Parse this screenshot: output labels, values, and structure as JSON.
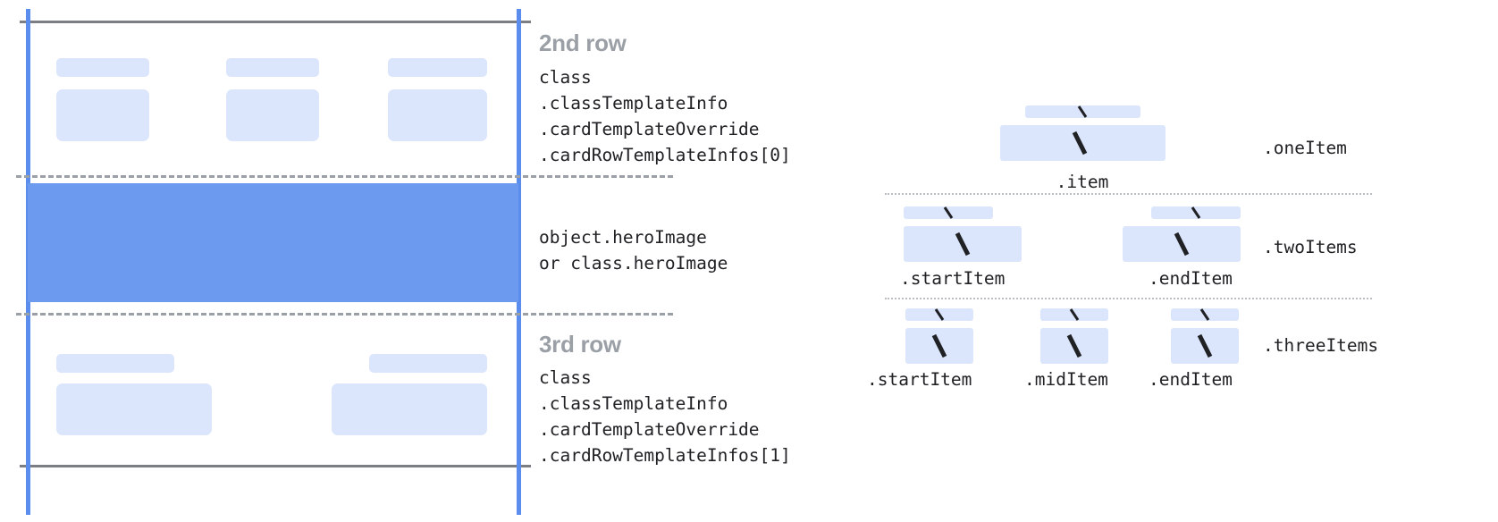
{
  "colors": {
    "chip": "#dbe5fb",
    "hero": "#6b9aee",
    "guide_blue": "#5b8dee",
    "rule_gray": "#7b7f83",
    "dash_gray": "#9aa0a6",
    "title_gray": "#9aa0a6",
    "text": "#202124"
  },
  "card": {
    "rows": [
      {
        "name": "second-row",
        "title": "2nd row",
        "code": "class\n.classTemplateInfo\n.cardTemplateOverride\n.cardRowTemplateInfos[0]",
        "code_lines": [
          "class",
          ".classTemplateInfo",
          ".cardTemplateOverride",
          ".cardRowTemplateInfos[0]"
        ]
      },
      {
        "name": "hero-row",
        "title": "",
        "code": "object.heroImage\nor class.heroImage",
        "code_lines": [
          "object.heroImage",
          "or class.heroImage"
        ]
      },
      {
        "name": "third-row",
        "title": "3rd row",
        "code": "class\n.classTemplateInfo\n.cardTemplateOverride\n.cardRowTemplateInfos[1]",
        "code_lines": [
          "class",
          ".classTemplateInfo",
          ".cardTemplateOverride",
          ".cardRowTemplateInfos[1]"
        ]
      }
    ]
  },
  "item_diagram": {
    "groups": [
      {
        "name": "one-item",
        "group_label": ".oneItem",
        "items": [
          {
            "label": ".item",
            "glyph": "/"
          }
        ]
      },
      {
        "name": "two-items",
        "group_label": ".twoItems",
        "items": [
          {
            "label": ".startItem",
            "glyph": "/"
          },
          {
            "label": ".endItem",
            "glyph": "/"
          }
        ]
      },
      {
        "name": "three-items",
        "group_label": ".threeItems",
        "items": [
          {
            "label": ".startItem",
            "glyph": "/"
          },
          {
            "label": ".midItem",
            "glyph": "/"
          },
          {
            "label": ".endItem",
            "glyph": "/"
          }
        ]
      }
    ]
  }
}
